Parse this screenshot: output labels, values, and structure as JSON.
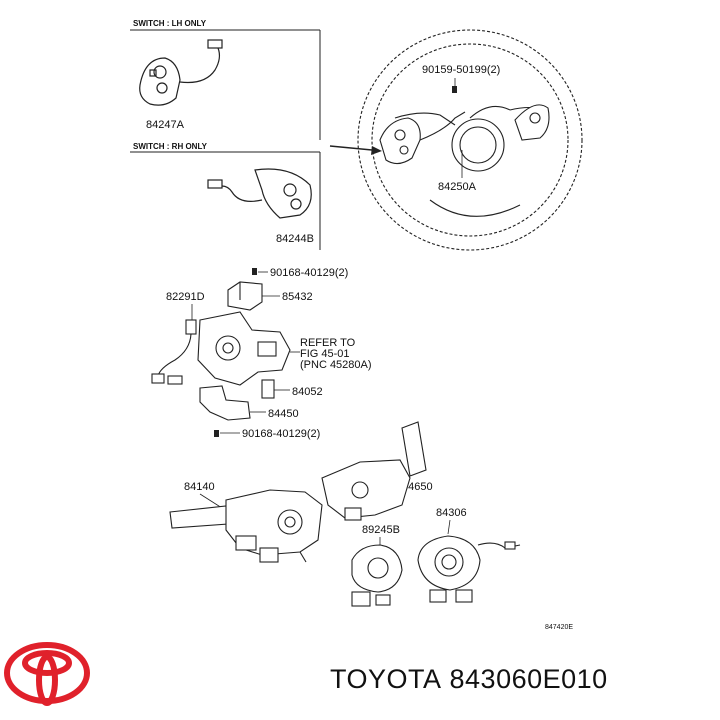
{
  "diagram": {
    "sections": {
      "lh_only": "SWITCH : LH ONLY",
      "rh_only": "SWITCH : RH ONLY"
    },
    "parts": {
      "p84247A": "84247A",
      "p84244B": "84244B",
      "p90159": "90159-50199(2)",
      "p84250A": "84250A",
      "p90168a": "90168-40129(2)",
      "p82291D": "82291D",
      "p85432": "85432",
      "p84052": "84052",
      "p84450": "84450",
      "p90168b": "90168-40129(2)",
      "p84140": "84140",
      "p84650": "84650",
      "p89245B": "89245B",
      "p84306": "84306"
    },
    "refer": {
      "line1": "REFER TO",
      "line2": "FIG 45-01",
      "line3": "(PNC 45280A)"
    },
    "figure_code": "847420E"
  },
  "brand": {
    "name": "TOYOTA",
    "part_number": "843060E010",
    "logo_color": "#e0212b"
  }
}
